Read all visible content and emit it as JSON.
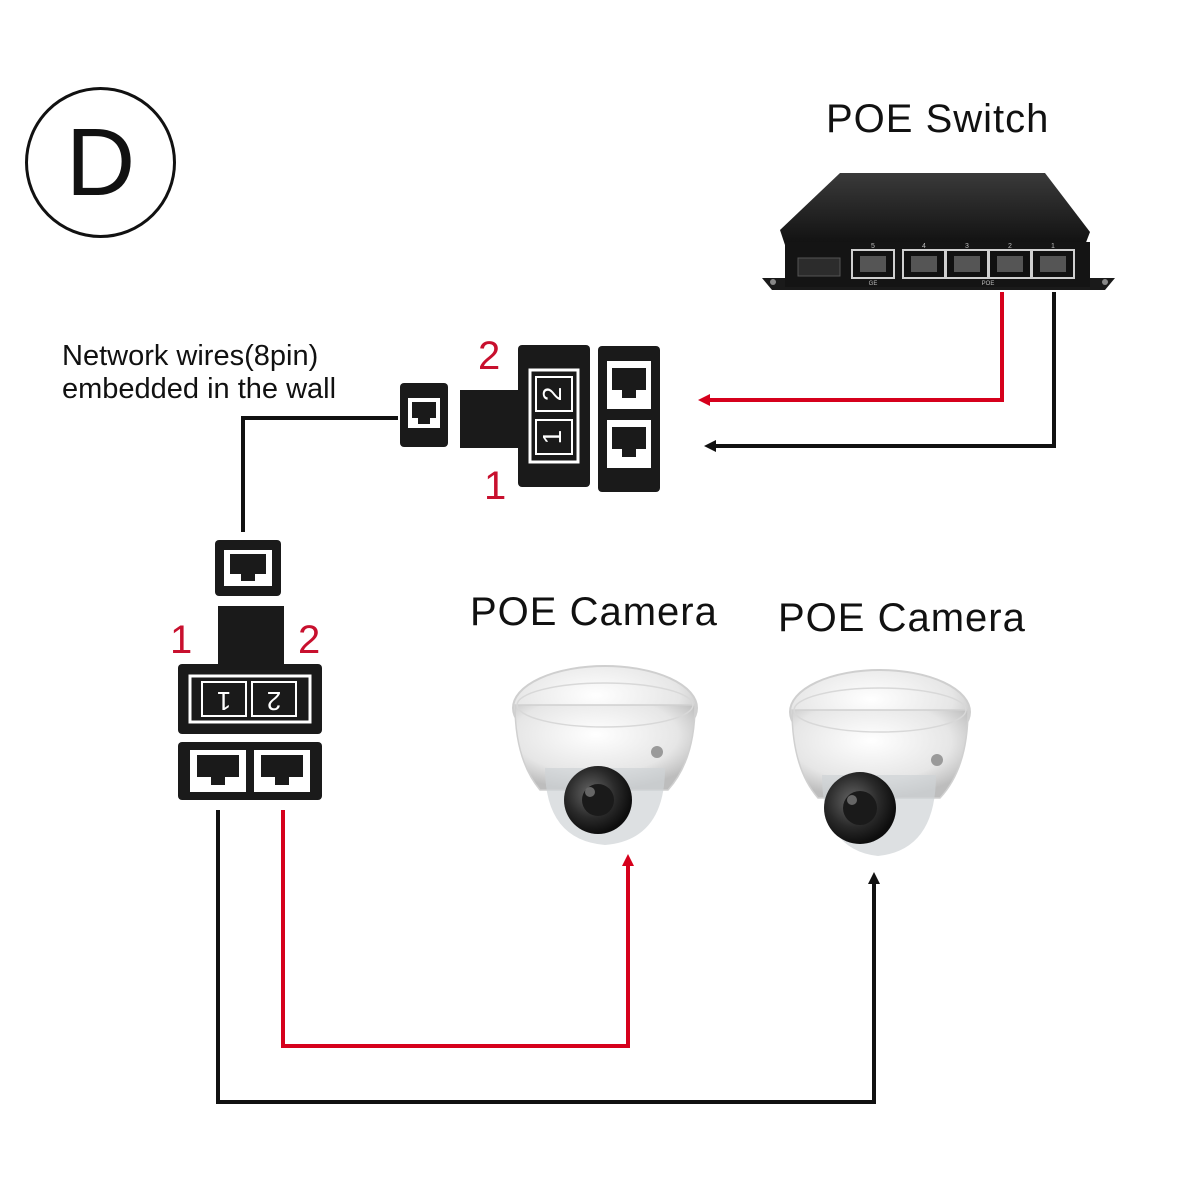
{
  "badge": {
    "letter": "D"
  },
  "switch": {
    "title": "POE Switch",
    "port_numbers": [
      "5",
      "4",
      "3",
      "2",
      "1"
    ],
    "label_ge": "GE",
    "label_poe": "POE"
  },
  "wall_note": {
    "line1": "Network wires(8pin)",
    "line2": "embedded in the wall"
  },
  "top_splitter": {
    "label_port_top": "2",
    "label_port_bottom": "1"
  },
  "bottom_splitter": {
    "label_port_left": "1",
    "label_port_right": "2"
  },
  "cameras": [
    {
      "title": "POE Camera"
    },
    {
      "title": "POE Camera"
    }
  ],
  "colors": {
    "red_wire": "#d6001c",
    "black_wire": "#111111",
    "label_red": "#c8102e",
    "device_body": "#1a1a1a"
  }
}
